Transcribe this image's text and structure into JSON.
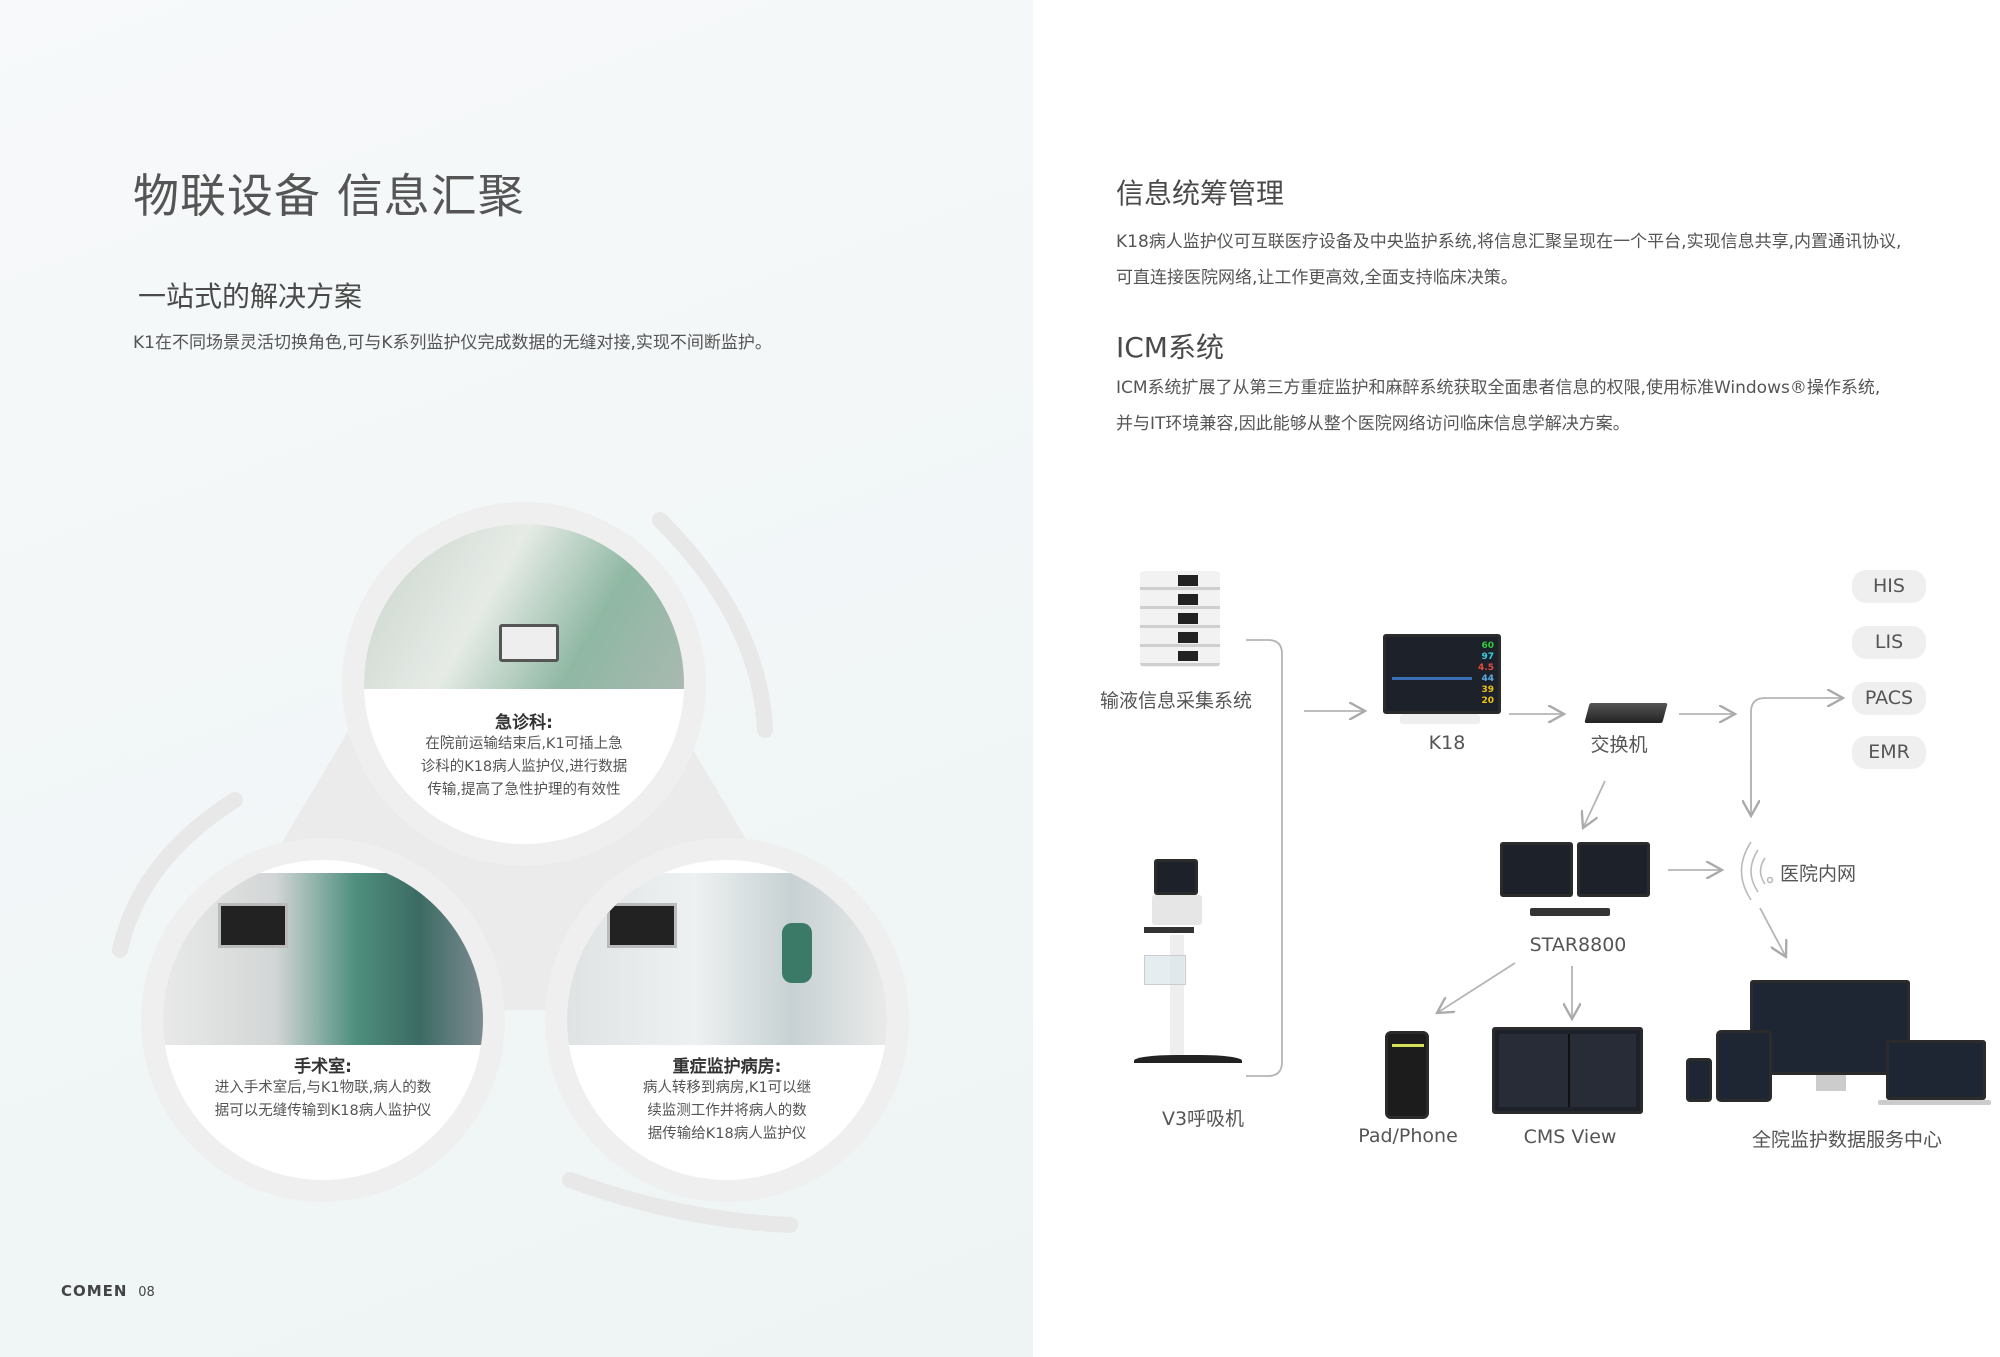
{
  "left": {
    "title": "物联设备 信息汇聚",
    "subtitle": "一站式的解决方案",
    "desc": "K1在不同场景灵活切换角色,可与K系列监护仪完成数据的无缝对接,实现不间断监护。",
    "scenes": [
      {
        "title": "急诊科:",
        "lines": [
          "在院前运输结束后,K1可插上急",
          "诊科的K18病人监护仪,进行数据",
          "传输,提高了急性护理的有效性"
        ]
      },
      {
        "title": "手术室:",
        "lines": [
          "进入手术室后,与K1物联,病人的数",
          "据可以无缝传输到K18病人监护仪"
        ]
      },
      {
        "title": "重症监护病房:",
        "lines": [
          "病人转移到病房,K1可以继",
          "续监测工作并将病人的数",
          "据传输给K18病人监护仪"
        ]
      }
    ],
    "footer": {
      "brand": "COMEN",
      "page": "08"
    }
  },
  "right": {
    "section1": {
      "title": "信息统筹管理",
      "lines": [
        "K18病人监护仪可互联医疗设备及中央监护系统,将信息汇聚呈现在一个平台,实现信息共享,内置通讯协议,",
        "可直连接医院网络,让工作更高效,全面支持临床决策。"
      ]
    },
    "section2": {
      "title": "ICM系统",
      "lines": [
        "ICM系统扩展了从第三方重症监护和麻醉系统获取全面患者信息的权限,使用标准Windows®操作系统,",
        "并与IT环境兼容,因此能够从整个医院网络访问临床信息学解决方案。"
      ]
    },
    "diagram": {
      "infusion": "输液信息采集系统",
      "ventilator": "V3呼吸机",
      "k18": "K18",
      "switch": "交换机",
      "star": "STAR8800",
      "intranet": "医院内网",
      "pad": "Pad/Phone",
      "cms": "CMS  View",
      "center": "全院监护数据服务中心",
      "systems": [
        "HIS",
        "LIS",
        "PACS",
        "EMR"
      ],
      "k18_values": [
        "60",
        "97",
        "4.5",
        "44",
        "39",
        "20"
      ]
    }
  }
}
